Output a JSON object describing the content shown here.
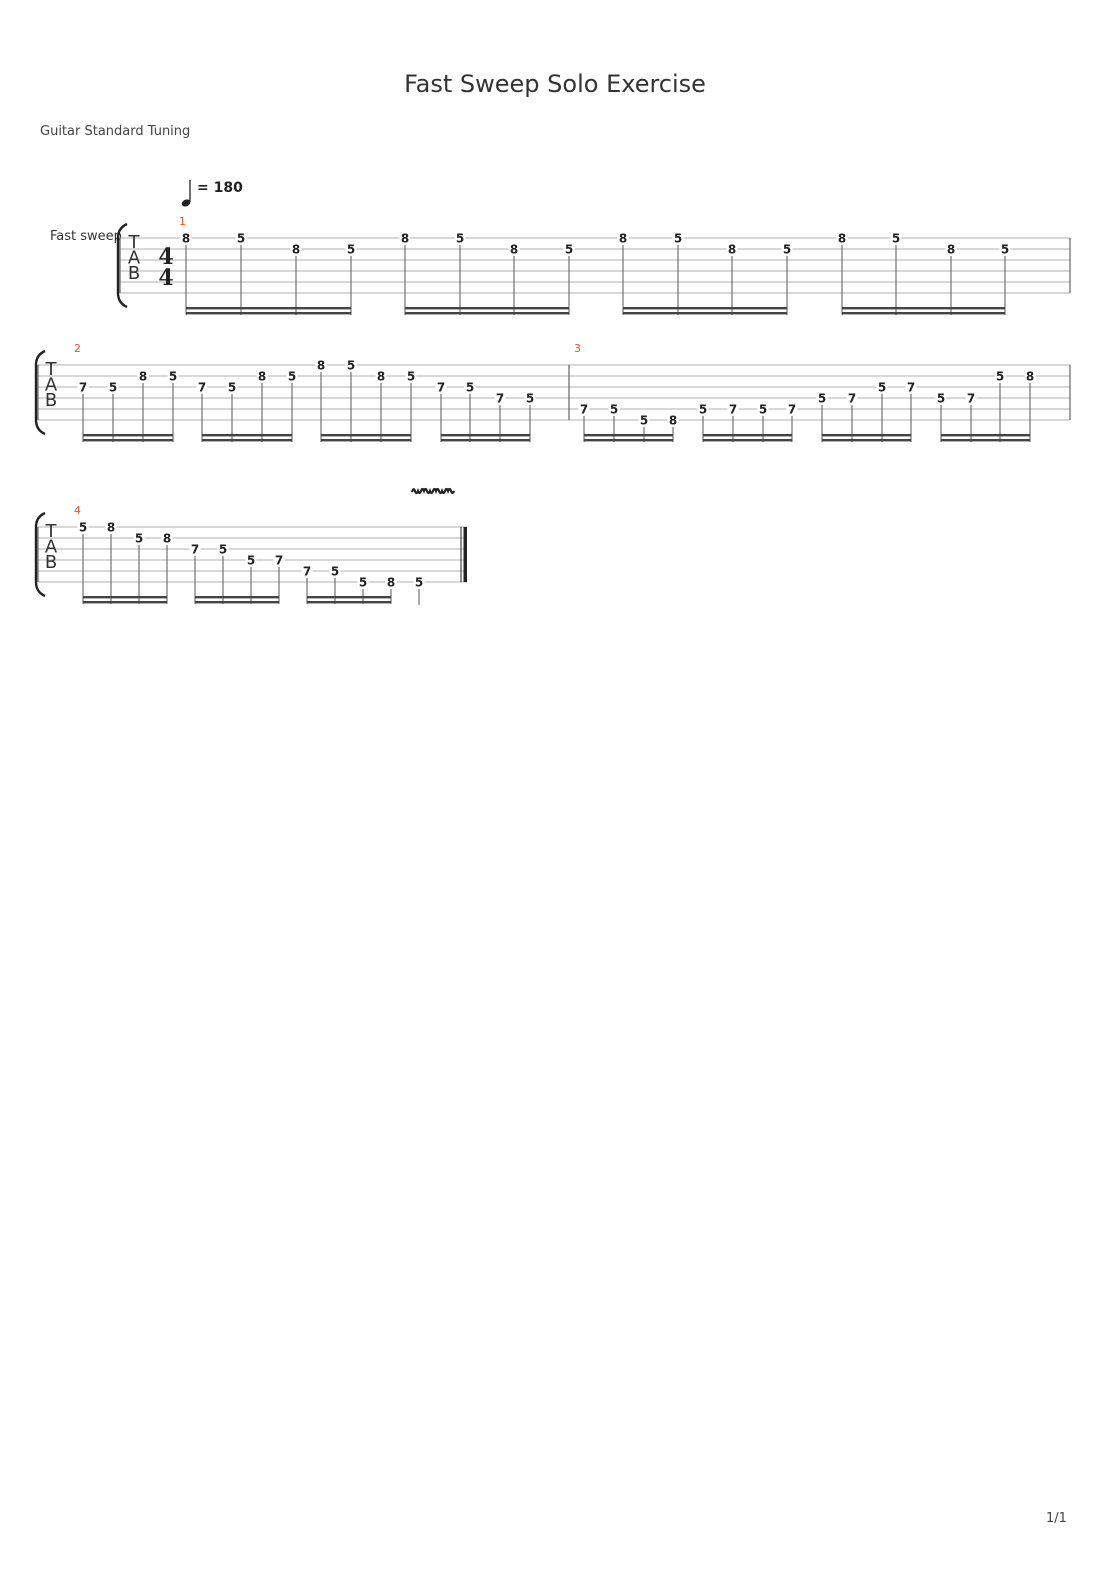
{
  "title": "Fast Sweep Solo Exercise",
  "tuning": "Guitar Standard Tuning",
  "track_name": "Fast sweep",
  "tempo": {
    "symbol": "quarter-note",
    "text": "= 180",
    "bpm": 180
  },
  "time_signature": {
    "numerator": "4",
    "denominator": "4"
  },
  "clef": [
    "T",
    "A",
    "B"
  ],
  "page_number": "1/1",
  "colors": {
    "bar_number": "#e8571e",
    "staff_line": "#999999",
    "text": "#222222"
  },
  "measures": [
    {
      "number": "1",
      "groups": [
        [
          {
            "fret": "8",
            "string": 1
          },
          {
            "fret": "5",
            "string": 1
          },
          {
            "fret": "8",
            "string": 2
          },
          {
            "fret": "5",
            "string": 2
          }
        ],
        [
          {
            "fret": "8",
            "string": 1
          },
          {
            "fret": "5",
            "string": 1
          },
          {
            "fret": "8",
            "string": 2
          },
          {
            "fret": "5",
            "string": 2
          }
        ],
        [
          {
            "fret": "8",
            "string": 1
          },
          {
            "fret": "5",
            "string": 1
          },
          {
            "fret": "8",
            "string": 2
          },
          {
            "fret": "5",
            "string": 2
          }
        ],
        [
          {
            "fret": "8",
            "string": 1
          },
          {
            "fret": "5",
            "string": 1
          },
          {
            "fret": "8",
            "string": 2
          },
          {
            "fret": "5",
            "string": 2
          }
        ]
      ]
    },
    {
      "number": "2",
      "groups": [
        [
          {
            "fret": "7",
            "string": 3
          },
          {
            "fret": "5",
            "string": 3
          },
          {
            "fret": "8",
            "string": 2
          },
          {
            "fret": "5",
            "string": 2
          }
        ],
        [
          {
            "fret": "7",
            "string": 3
          },
          {
            "fret": "5",
            "string": 3
          },
          {
            "fret": "8",
            "string": 2
          },
          {
            "fret": "5",
            "string": 2
          }
        ],
        [
          {
            "fret": "8",
            "string": 1
          },
          {
            "fret": "5",
            "string": 1
          },
          {
            "fret": "8",
            "string": 2
          },
          {
            "fret": "5",
            "string": 2
          }
        ],
        [
          {
            "fret": "7",
            "string": 3
          },
          {
            "fret": "5",
            "string": 3
          },
          {
            "fret": "7",
            "string": 4
          },
          {
            "fret": "5",
            "string": 4
          }
        ]
      ]
    },
    {
      "number": "3",
      "groups": [
        [
          {
            "fret": "7",
            "string": 5
          },
          {
            "fret": "5",
            "string": 5
          },
          {
            "fret": "5",
            "string": 6
          },
          {
            "fret": "8",
            "string": 6
          }
        ],
        [
          {
            "fret": "5",
            "string": 5
          },
          {
            "fret": "7",
            "string": 5
          },
          {
            "fret": "5",
            "string": 5
          },
          {
            "fret": "7",
            "string": 5
          }
        ],
        [
          {
            "fret": "5",
            "string": 4
          },
          {
            "fret": "7",
            "string": 4
          },
          {
            "fret": "5",
            "string": 3
          },
          {
            "fret": "7",
            "string": 3
          }
        ],
        [
          {
            "fret": "5",
            "string": 4
          },
          {
            "fret": "7",
            "string": 4
          },
          {
            "fret": "5",
            "string": 2
          },
          {
            "fret": "8",
            "string": 2
          }
        ]
      ]
    },
    {
      "number": "4",
      "vibrato_on_last": true,
      "groups": [
        [
          {
            "fret": "5",
            "string": 1
          },
          {
            "fret": "8",
            "string": 1
          },
          {
            "fret": "5",
            "string": 2
          },
          {
            "fret": "8",
            "string": 2
          }
        ],
        [
          {
            "fret": "7",
            "string": 3
          },
          {
            "fret": "5",
            "string": 3
          },
          {
            "fret": "5",
            "string": 4
          },
          {
            "fret": "7",
            "string": 4
          }
        ],
        [
          {
            "fret": "7",
            "string": 5
          },
          {
            "fret": "5",
            "string": 5
          },
          {
            "fret": "5",
            "string": 6
          },
          {
            "fret": "8",
            "string": 6
          }
        ],
        [
          {
            "fret": "5",
            "string": 6,
            "duration": "quarter"
          }
        ]
      ]
    }
  ]
}
